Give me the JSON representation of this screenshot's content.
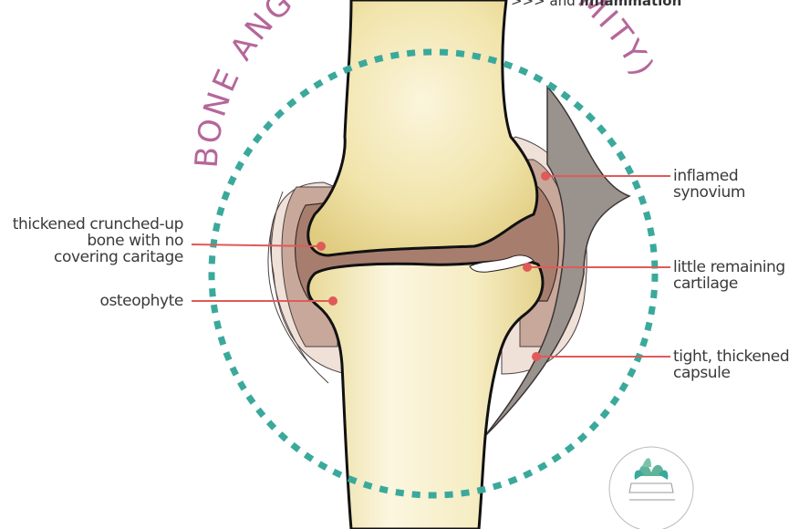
{
  "title": "BONE ANGULATION (DEFORMITY)",
  "top_note": {
    "arrows": ">>>",
    "word": "and",
    "bold": "inflammation"
  },
  "labels": {
    "thickened_bone": [
      "thickened crunched-up",
      "bone with no",
      "covering caritage"
    ],
    "osteophyte": [
      "osteophyte"
    ],
    "inflamed_synovium": [
      "inflamed",
      "synovium"
    ],
    "cartilage": [
      "little remaining",
      "cartilage"
    ],
    "capsule": [
      "tight, thickened",
      "capsule"
    ]
  },
  "colors": {
    "ring": "#3aa99b",
    "title": "#b5679a",
    "pointer": "#e05a5a",
    "bone": "#f3e9b6",
    "bone_shadow": "#dcc77c",
    "synovium": "#a77e6e",
    "capsule": "#8a827c"
  },
  "icons": [
    "logo-plant-icon"
  ]
}
